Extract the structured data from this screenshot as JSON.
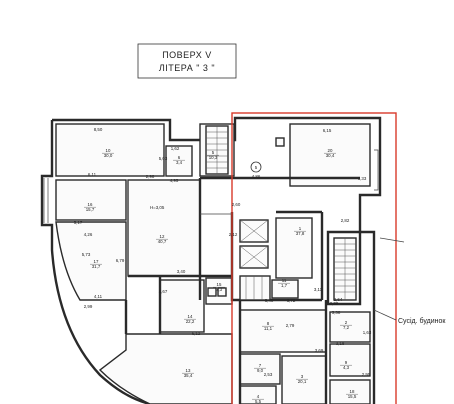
{
  "stamp": {
    "line1": "ПОВЕРХ  V",
    "line2": "ЛІТЕРА \" 3 \""
  },
  "neighbor_note": "Сусід. будинок",
  "height_note": "H=3,05",
  "marker": "5",
  "highlight_color": "#d83a2a",
  "rooms": [
    {
      "id": "10",
      "area": "30,0"
    },
    {
      "id": "6",
      "area": "3,4"
    },
    {
      "id": "5",
      "area": "10,3"
    },
    {
      "id": "20",
      "area": "30,4"
    },
    {
      "id": "16",
      "area": "15,7"
    },
    {
      "id": "12",
      "area": "40,7"
    },
    {
      "id": "1",
      "area": "37,8"
    },
    {
      "id": "17",
      "area": "31,7"
    },
    {
      "id": "14",
      "area": "22,2"
    },
    {
      "id": "11",
      "area": "1,7"
    },
    {
      "id": "15",
      "area": "7,3"
    },
    {
      "id": "13",
      "area": "35,4"
    },
    {
      "id": "8",
      "area": "11,1"
    },
    {
      "id": "7",
      "area": "9,0"
    },
    {
      "id": "4",
      "area": "5,5"
    },
    {
      "id": "3",
      "area": "20,1"
    },
    {
      "id": "2",
      "area": "7,2"
    },
    {
      "id": "9",
      "area": "4,3"
    },
    {
      "id": "18",
      "area": "15,5"
    }
  ],
  "dimensions": [
    "8,50",
    "1,62",
    "6,15",
    "5,03",
    "6,11",
    "2,98",
    "4,95",
    "4,86",
    "3,33",
    "2,60",
    "5,17",
    "4,26",
    "5,73",
    "6,79",
    "4,11",
    "2,99",
    "3,40",
    "2,82",
    "2,12",
    "4,67",
    "6,12",
    "3,72",
    "3,11",
    "2,64",
    "2,79",
    "3,69",
    "2,39",
    "2,53",
    "3,38",
    "3,18",
    "1,63",
    "2,95",
    "3,40"
  ]
}
